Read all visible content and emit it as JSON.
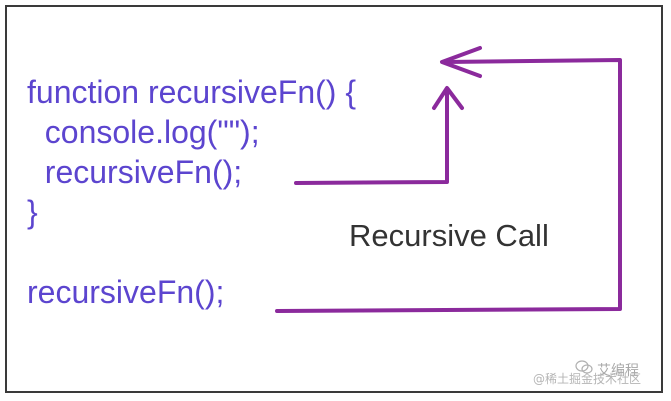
{
  "code_lines": {
    "line1": "function recursiveFn() {",
    "line2": "  console.log(\"\");",
    "line3": "  recursiveFn();",
    "line4": "}",
    "line5": "recursiveFn();"
  },
  "caption": "Recursive Call",
  "colors": {
    "code": "#5c45cf",
    "arrow": "#8b2a9c",
    "caption": "#333333",
    "border": "#3a3a3a"
  },
  "watermark": {
    "brand": "艾编程",
    "source": "@稀土掘金技术社区"
  }
}
